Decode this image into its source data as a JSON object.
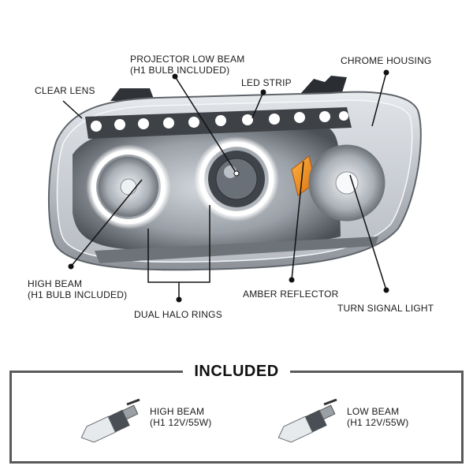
{
  "callouts": {
    "projector_low_beam": {
      "line1": "PROJECTOR LOW BEAM",
      "line2": "(H1 BULB INCLUDED)"
    },
    "chrome_housing": "CHROME HOUSING",
    "clear_lens": "CLEAR LENS",
    "led_strip": "LED STRIP",
    "high_beam": {
      "line1": "HIGH BEAM",
      "line2": "(H1 BULB INCLUDED)"
    },
    "amber_reflector": "AMBER REFLECTOR",
    "turn_signal_light": "TURN SIGNAL LIGHT",
    "dual_halo_rings": "DUAL HALO RINGS"
  },
  "included": {
    "title": "INCLUDED",
    "items": [
      {
        "line1": "HIGH BEAM",
        "line2": "(H1 12V/55W)"
      },
      {
        "line1": "LOW BEAM",
        "line2": "(H1 12V/55W)"
      }
    ]
  },
  "colors": {
    "amber": "#e88a10",
    "chrome": "#c9ced3",
    "led": "#ffffff",
    "box_border": "#5a5a5a"
  }
}
